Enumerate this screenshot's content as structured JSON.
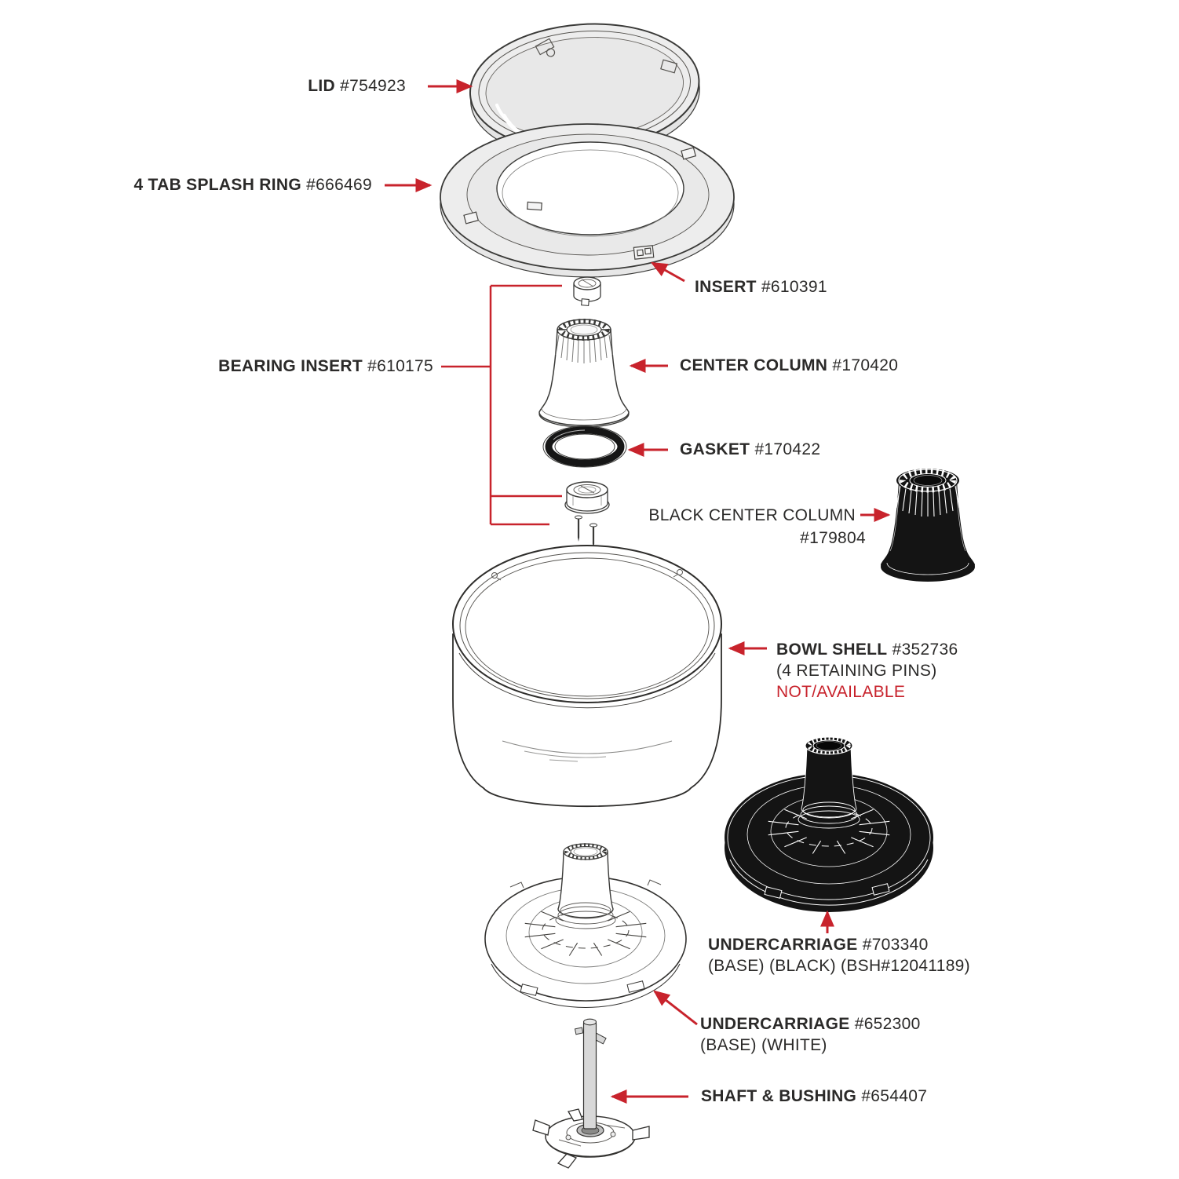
{
  "colors": {
    "background": "#ffffff",
    "accent_red": "#c8232c",
    "ink": "#2b2a29"
  },
  "labels": {
    "lid": {
      "name": "LID",
      "number": "#754923"
    },
    "splash_ring": {
      "name": "4 TAB SPLASH RING",
      "number": "#666469"
    },
    "insert": {
      "name": "INSERT",
      "number": "#610391"
    },
    "bearing_insert": {
      "name": "BEARING INSERT",
      "number": "#610175"
    },
    "center_column": {
      "name": "CENTER COLUMN",
      "number": "#170420"
    },
    "gasket": {
      "name": "GASKET",
      "number": "#170422"
    },
    "black_center_column": {
      "name": "BLACK CENTER COLUMN",
      "number": "#179804"
    },
    "bowl_shell": {
      "name": "BOWL SHELL",
      "number": "#352736",
      "note": "(4 RETAINING PINS)",
      "availability": "NOT/AVAILABLE"
    },
    "undercarriage_black": {
      "name": "UNDERCARRIAGE",
      "number": "#703340",
      "note": "(BASE) (BLACK) (BSH#12041189)"
    },
    "undercarriage_white": {
      "name": "UNDERCARRIAGE",
      "number": "#652300",
      "note": "(BASE) (WHITE)"
    },
    "shaft_bushing": {
      "name": "SHAFT & BUSHING",
      "number": "#654407"
    }
  }
}
